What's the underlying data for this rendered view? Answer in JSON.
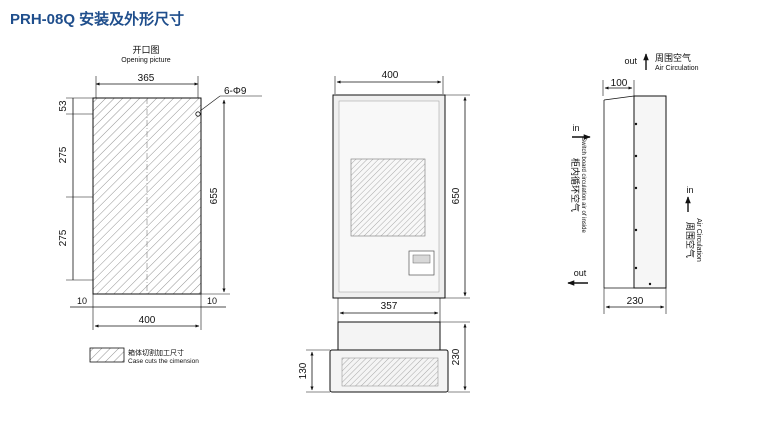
{
  "title": "PRH-08Q 安装及外形尺寸",
  "opening": {
    "title_cn": "开口图",
    "title_en": "Opening picture",
    "width_top": "365",
    "hole_label": "6-Φ9",
    "left_dims": [
      "53",
      "275",
      "275"
    ],
    "right_dim": "655",
    "bottom_dims": [
      "10",
      "10"
    ],
    "bottom_width": "400"
  },
  "legend": {
    "cn": "箱体切割加工尺寸",
    "en": "Case cuts the cimension"
  },
  "front": {
    "width": "400",
    "height": "650",
    "bottom_width": "357",
    "bottom_right": "230",
    "bottom_left": "130"
  },
  "side": {
    "out_top_label": "out",
    "out_top_cn": "周围空气",
    "out_top_en": "Air Circulation",
    "top_dim": "100",
    "in_left_label": "in",
    "inner_cn": "柜内循环空气",
    "inner_en": "Switch board circulation air of inside",
    "out_bottom_label": "out",
    "in_right_label": "in",
    "right_cn": "周围空气",
    "right_en": "Air Circulation",
    "bottom_dim": "230"
  }
}
